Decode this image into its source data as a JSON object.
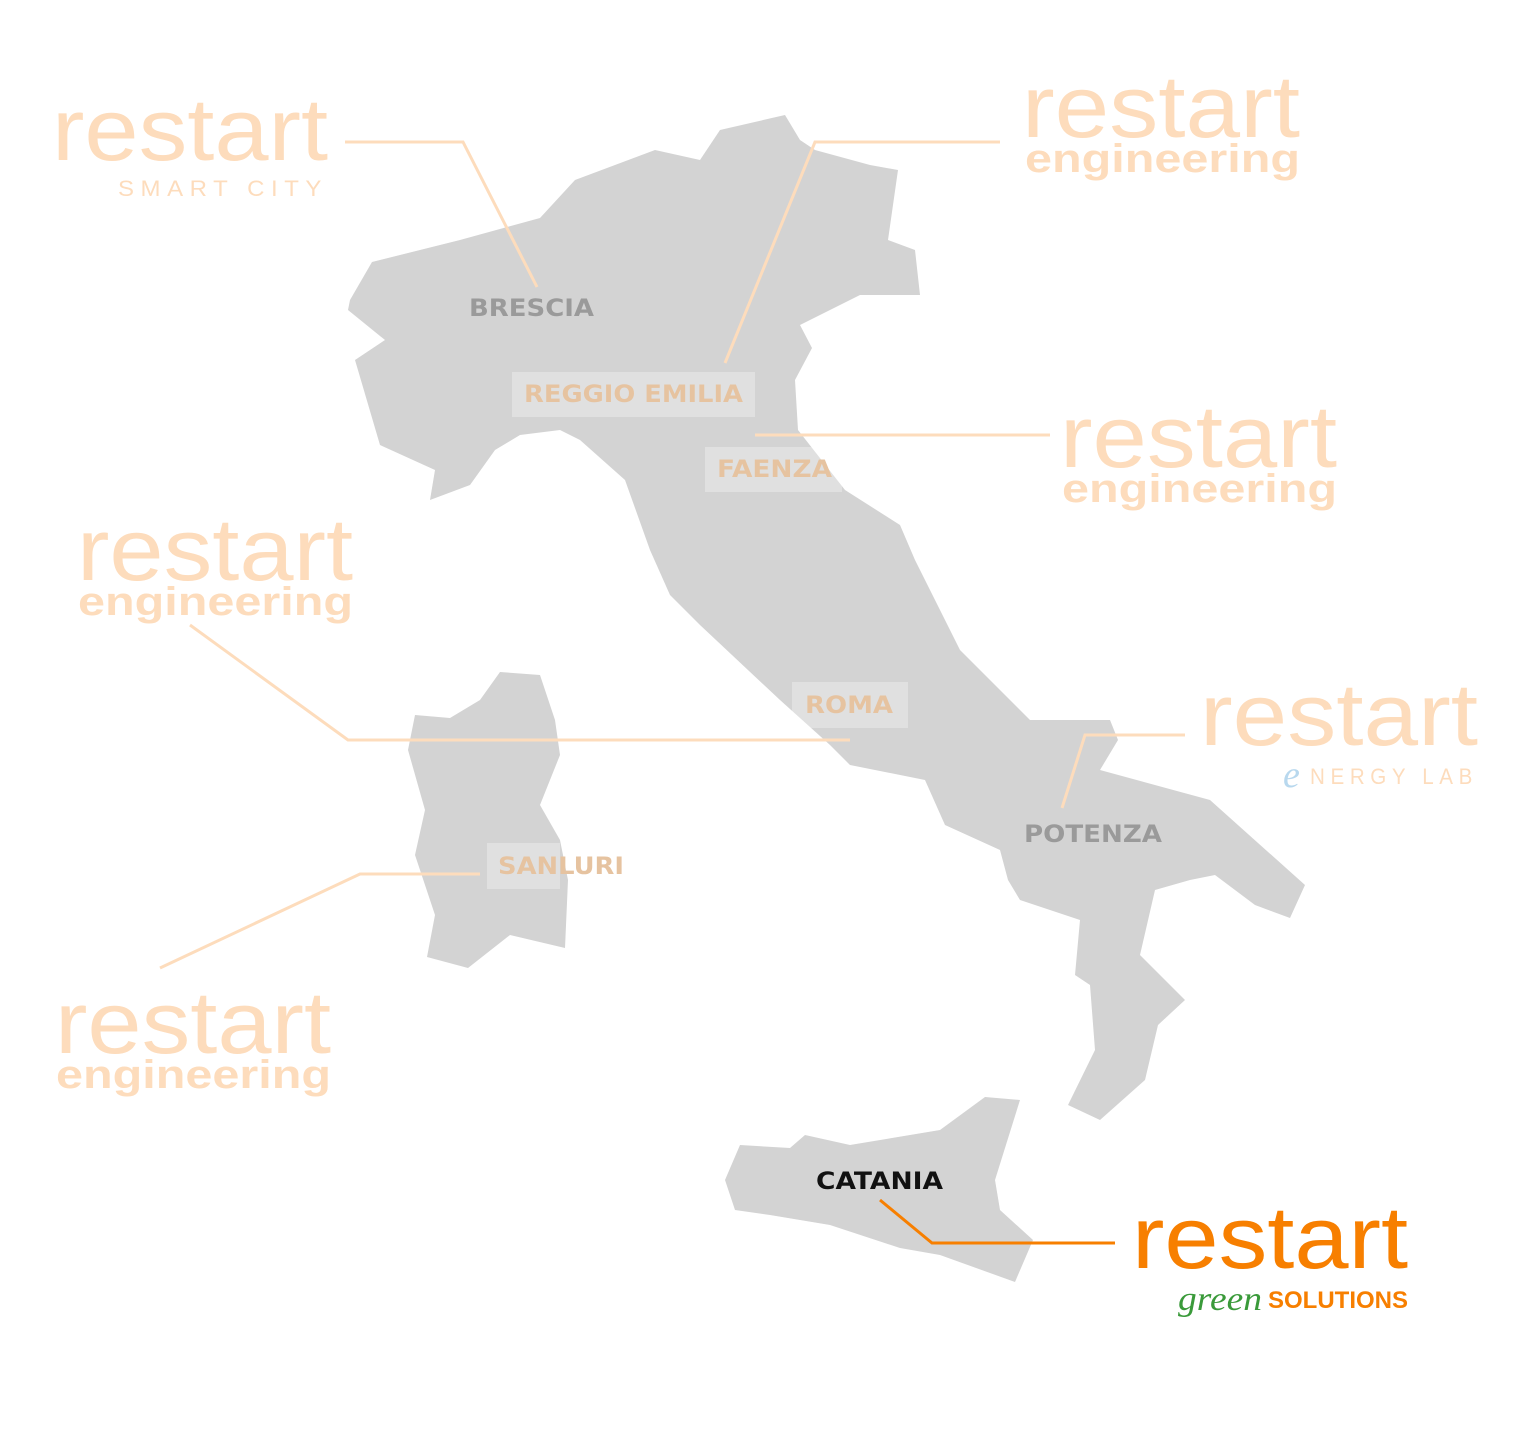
{
  "colors": {
    "land": "#d3d3d3",
    "faded_orange": "#fddcbc",
    "brand_orange": "#f77f00",
    "green": "#3a9a3a",
    "energy_blue": "#b8d8ee"
  },
  "cities": {
    "brescia": "BRESCIA",
    "reggio_emilia": "REGGIO EMILIA",
    "faenza": "FAENZA",
    "roma": "ROMA",
    "sanluri": "SANLURI",
    "potenza": "POTENZA",
    "catania": "CATANIA"
  },
  "logos": {
    "smart_city": {
      "word": "restart",
      "sub": "SMART CITY"
    },
    "engineering_reggio": {
      "word": "restart",
      "sub": "engineering"
    },
    "engineering_faenza": {
      "word": "restart",
      "sub": "engineering"
    },
    "engineering_roma": {
      "word": "restart",
      "sub": "engineering"
    },
    "engineering_sanluri": {
      "word": "restart",
      "sub": "engineering"
    },
    "energy_lab": {
      "word": "restart",
      "e": "e",
      "sub": "NERGY LAB"
    },
    "green_solutions": {
      "word": "restart",
      "green": "green",
      "sub": "SOLUTIONS"
    }
  }
}
